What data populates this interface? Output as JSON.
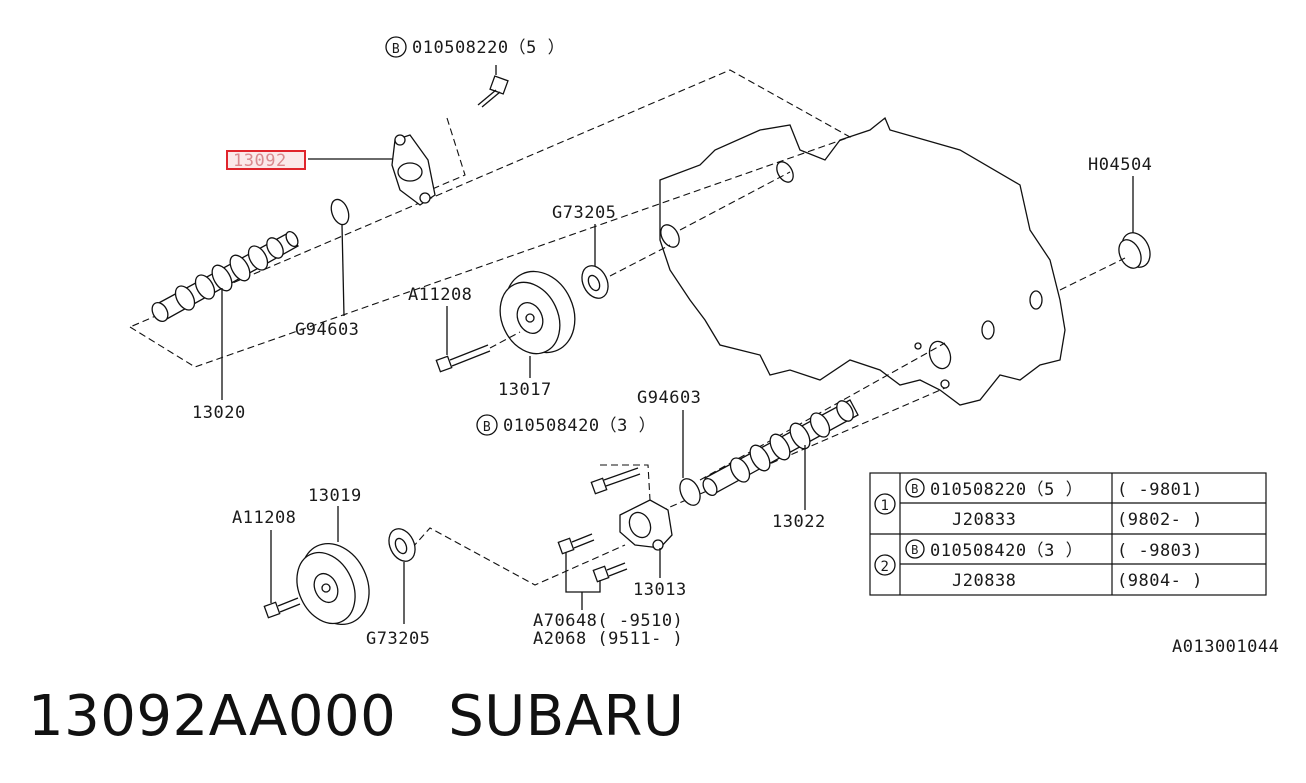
{
  "labels": {
    "bolt_top": "010508220（5 ）",
    "part_13092": "13092",
    "part_13020": "13020",
    "part_g94603_top": "G94603",
    "part_g73205_top": "G73205",
    "part_a11208_top": "A11208",
    "part_13017": "13017",
    "part_h04504": "H04504",
    "part_g94603_mid": "G94603",
    "bolt_mid": "010508420（3 ）",
    "part_13019": "13019",
    "part_a11208_bot": "A11208",
    "part_g73205_bot": "G73205",
    "part_13013": "13013",
    "part_13022": "13022",
    "part_a70648": "A70648(     -9510)",
    "part_a2068": "A2068 (9511-     )",
    "ref_code": "A013001044",
    "circle_b": "B"
  },
  "table": {
    "rows": [
      {
        "num": "1",
        "part": "010508220（5 ）",
        "range": "(     -9801)"
      },
      {
        "num": "",
        "part": "J20833",
        "range": "(9802-     )"
      },
      {
        "num": "2",
        "part": "010508420（3 ）",
        "range": "(     -9803)"
      },
      {
        "num": "",
        "part": "J20838",
        "range": "(9804-     )"
      }
    ]
  },
  "footer": {
    "part_number": "13092AA000",
    "brand": "SUBARU"
  },
  "highlight_color": "#e0242c"
}
